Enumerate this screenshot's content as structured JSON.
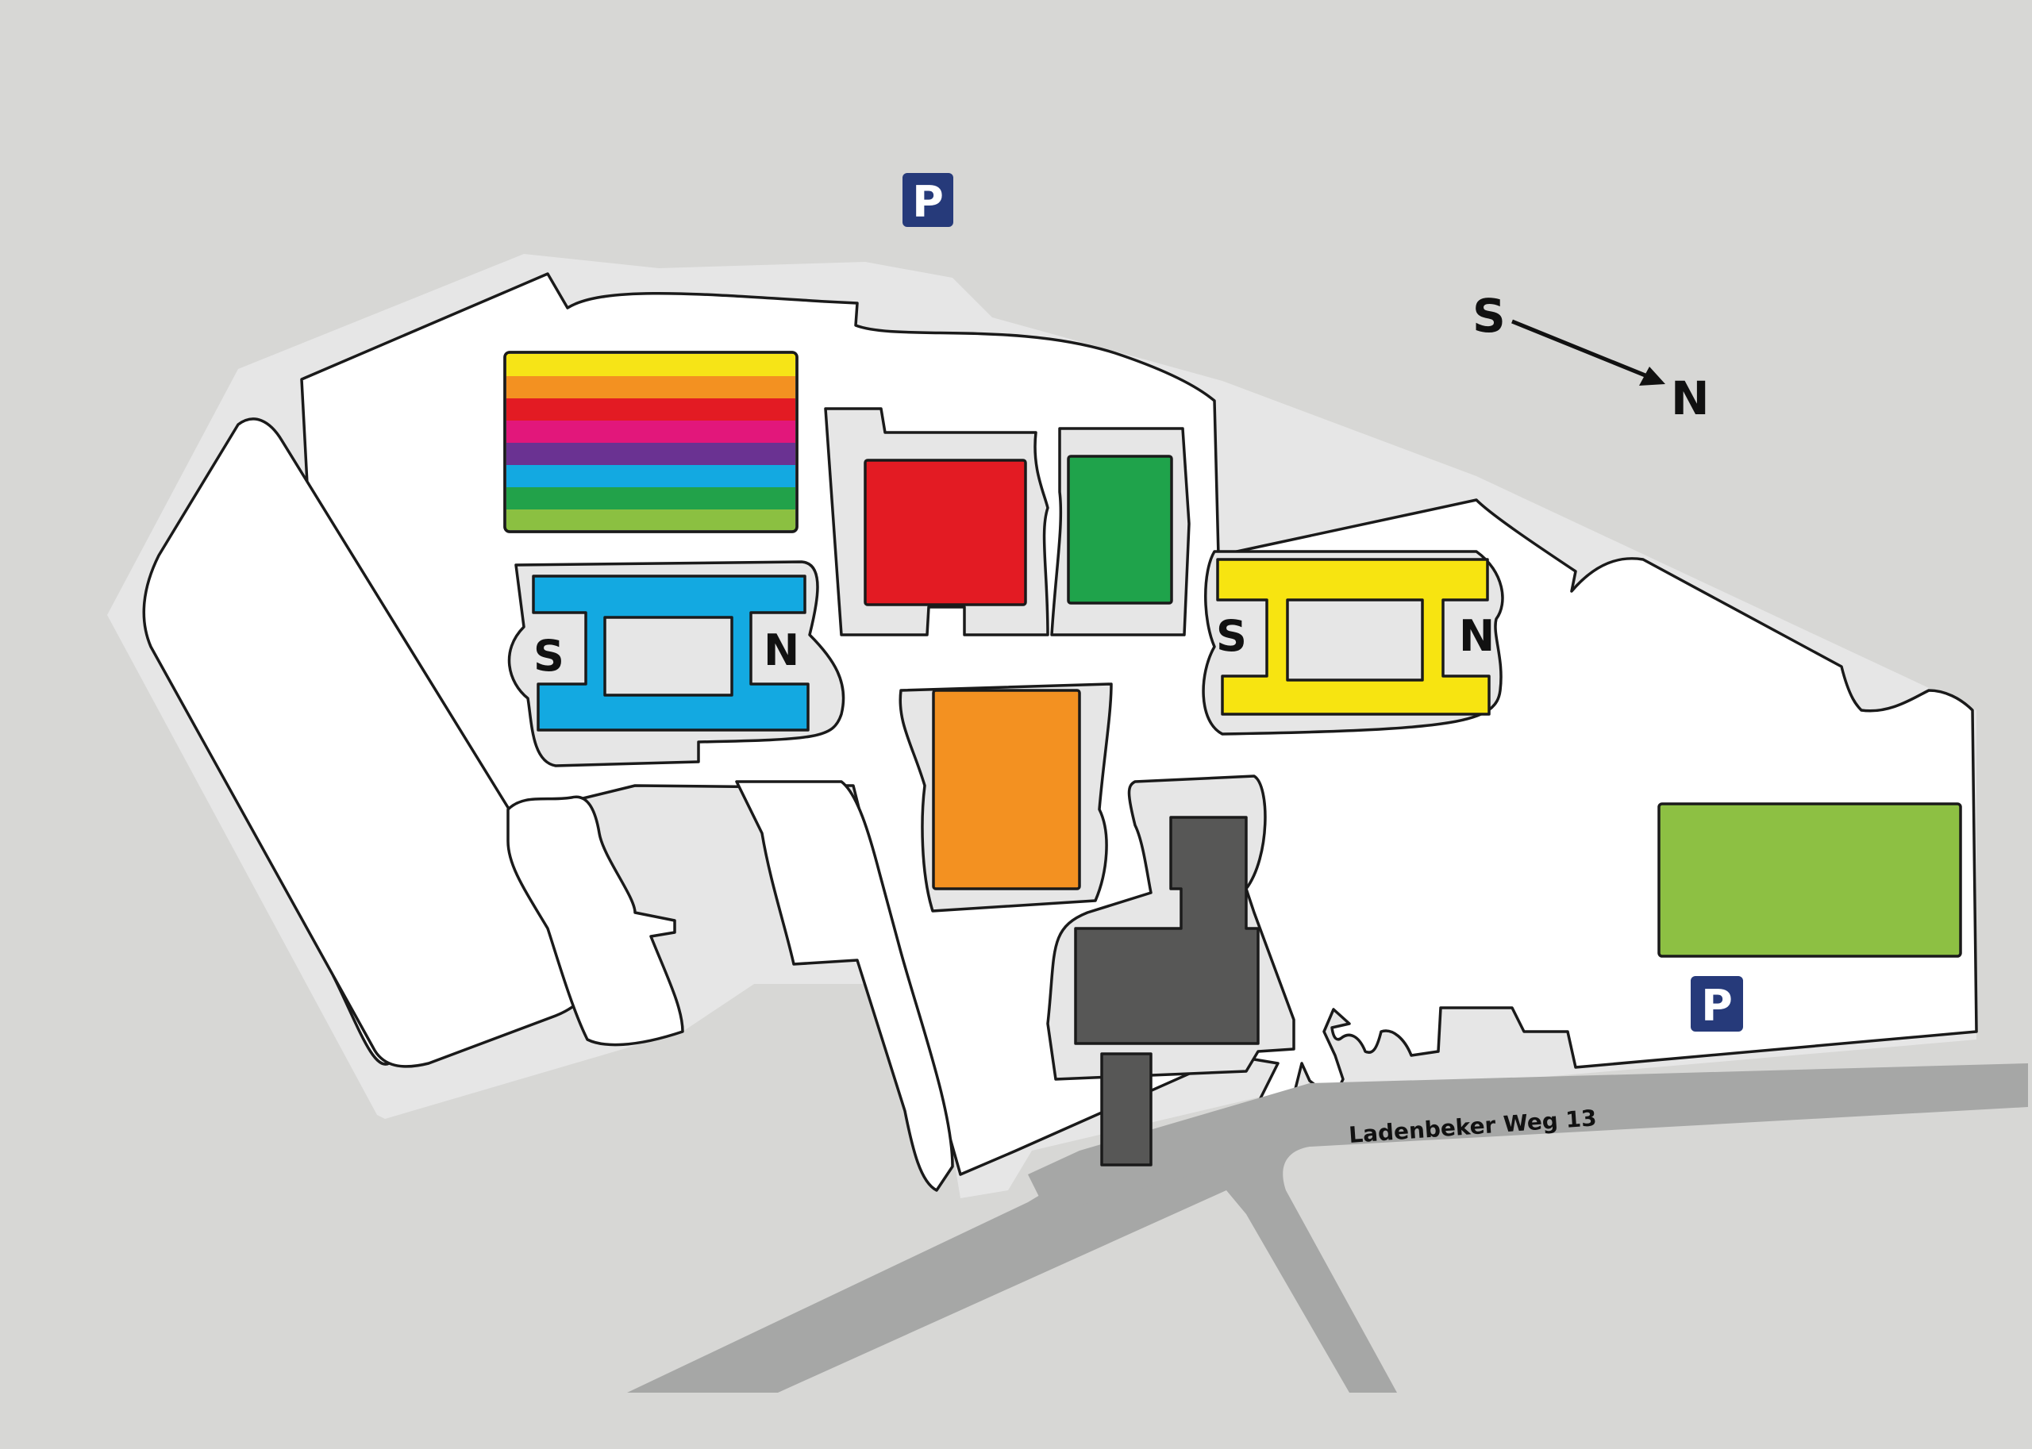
{
  "map": {
    "street_name": "Ladenbeker Weg 13",
    "compass": {
      "from": "S",
      "to": "N"
    },
    "parking_symbol": "P",
    "hall_blue": {
      "left_label": "S",
      "right_label": "N"
    },
    "hall_yellow": {
      "left_label": "S",
      "right_label": "N"
    }
  },
  "colors": {
    "background": "#d7d7d5",
    "ground": "#ffffff",
    "path": "#e6e6e6",
    "road": "#a6a7a6",
    "rainbow": [
      "#f6e417",
      "#f39121",
      "#e31b23",
      "#e2177b",
      "#6a3292",
      "#13a9e1",
      "#22a24a",
      "#8bc041"
    ],
    "red_building": "#e31b23",
    "green_building": "#1fa34b",
    "blue_hall": "#13a9e1",
    "yellow_hall": "#f7e411",
    "orange_building": "#f39121",
    "dark_building": "#575756",
    "lime_area": "#8dc043",
    "parking_sign": "#263a7a"
  },
  "icons": {
    "parking": "parking-sign-icon",
    "compass_arrow": "arrow-right-down-icon"
  }
}
